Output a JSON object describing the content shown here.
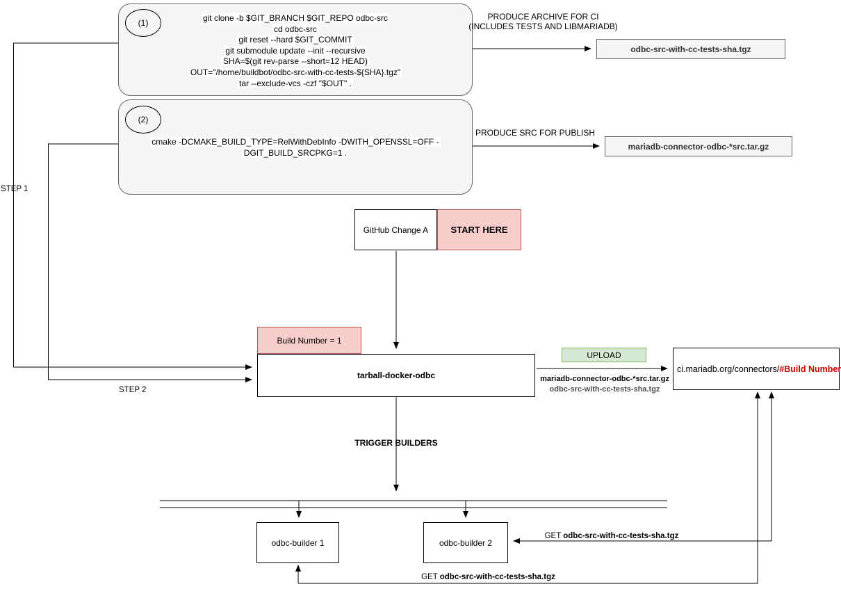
{
  "step1_box": {
    "badge": "(1)",
    "lines": [
      "git clone -b $GIT_BRANCH $GIT_REPO odbc-src",
      "cd odbc-src",
      "git reset --hard $GIT_COMMIT",
      "git submodule update --init --recursive",
      "SHA=$(git rev-parse --short=12 HEAD)",
      "OUT=\"/home/buildbot/odbc-src-with-cc-tests-${SHA}.tgz\"",
      "tar --exclude-vcs -czf \"$OUT\" ."
    ]
  },
  "step2_box": {
    "badge": "(2)",
    "lines": [
      "cmake -DCMAKE_BUILD_TYPE=RelWithDebInfo -DWITH_OPENSSL=OFF -",
      "DGIT_BUILD_SRCPKG=1 ."
    ]
  },
  "nodes": {
    "archive_artifact": "odbc-src-with-cc-tests-sha.tgz",
    "src_artifact": "mariadb-connector-odbc-*src.tar.gz",
    "github_change": "GitHub Change A",
    "start_here": "START HERE",
    "build_number": "Build Number = 1",
    "tarball_docker": "tarball-docker-odbc",
    "upload": "UPLOAD",
    "ci_url_prefix": "ci.mariadb.org/connectors/",
    "ci_url_build": "#Build Number#",
    "builder1": "odbc-builder 1",
    "builder2": "odbc-builder 2"
  },
  "labels": {
    "produce_archive_line1": "PRODUCE ARCHIVE FOR CI",
    "produce_archive_line2": "(INCLUDES TESTS AND LIBMARIADB)",
    "produce_src": "PRODUCE SRC FOR PUBLISH",
    "step1": "STEP 1",
    "step2": "STEP 2",
    "trigger_builders": "TRIGGER BUILDERS",
    "upload_file1": "mariadb-connector-odbc-*src.tar.gz",
    "upload_file2": "odbc-src-with-cc-tests-sha.tgz",
    "get_prefix": "GET",
    "get_file": "odbc-src-with-cc-tests-sha.tgz"
  },
  "colors": {
    "pink_fill": "#f8cecc",
    "pink_border": "#b85450",
    "green_fill": "#d5e8d4",
    "green_border": "#82b366",
    "gray_fill": "#f5f5f5",
    "gray_border": "#666666",
    "red_text": "#cc0000"
  }
}
